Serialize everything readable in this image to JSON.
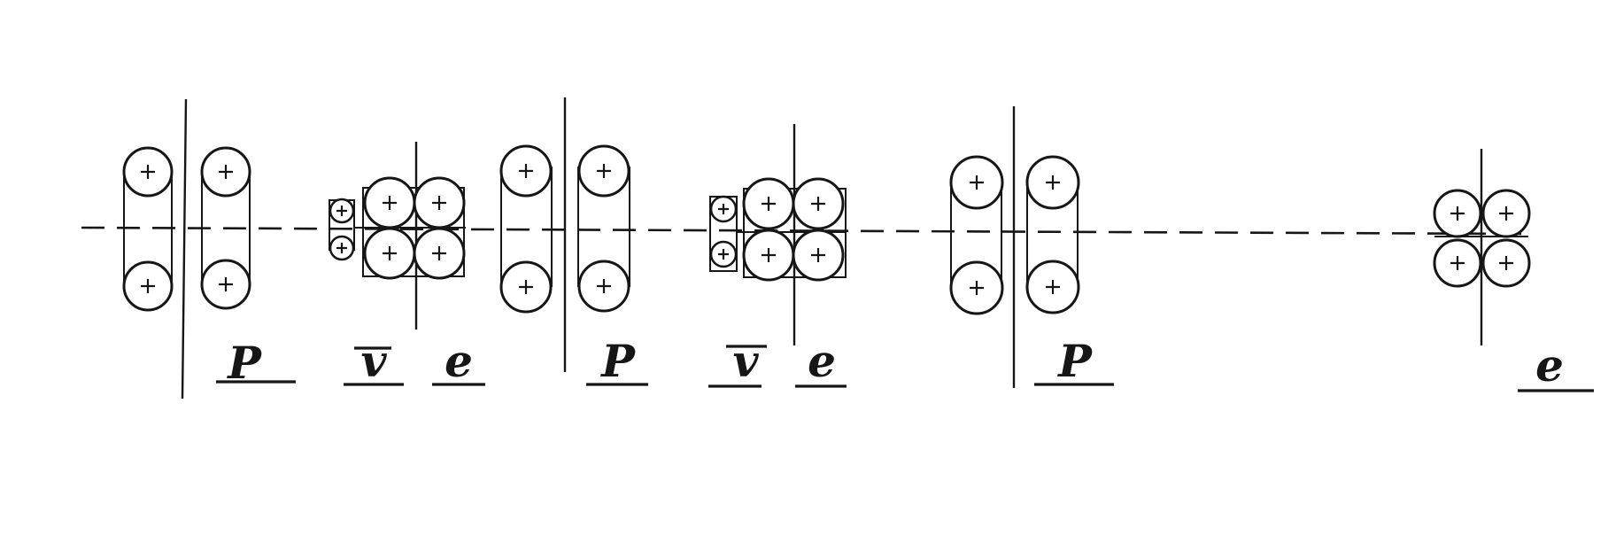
{
  "stands": [
    {
      "label": "P"
    },
    {
      "label": "v"
    },
    {
      "label": "e"
    },
    {
      "label": "P"
    },
    {
      "label": "v"
    },
    {
      "label": "e"
    },
    {
      "label": "P"
    },
    {
      "label": "e"
    }
  ]
}
